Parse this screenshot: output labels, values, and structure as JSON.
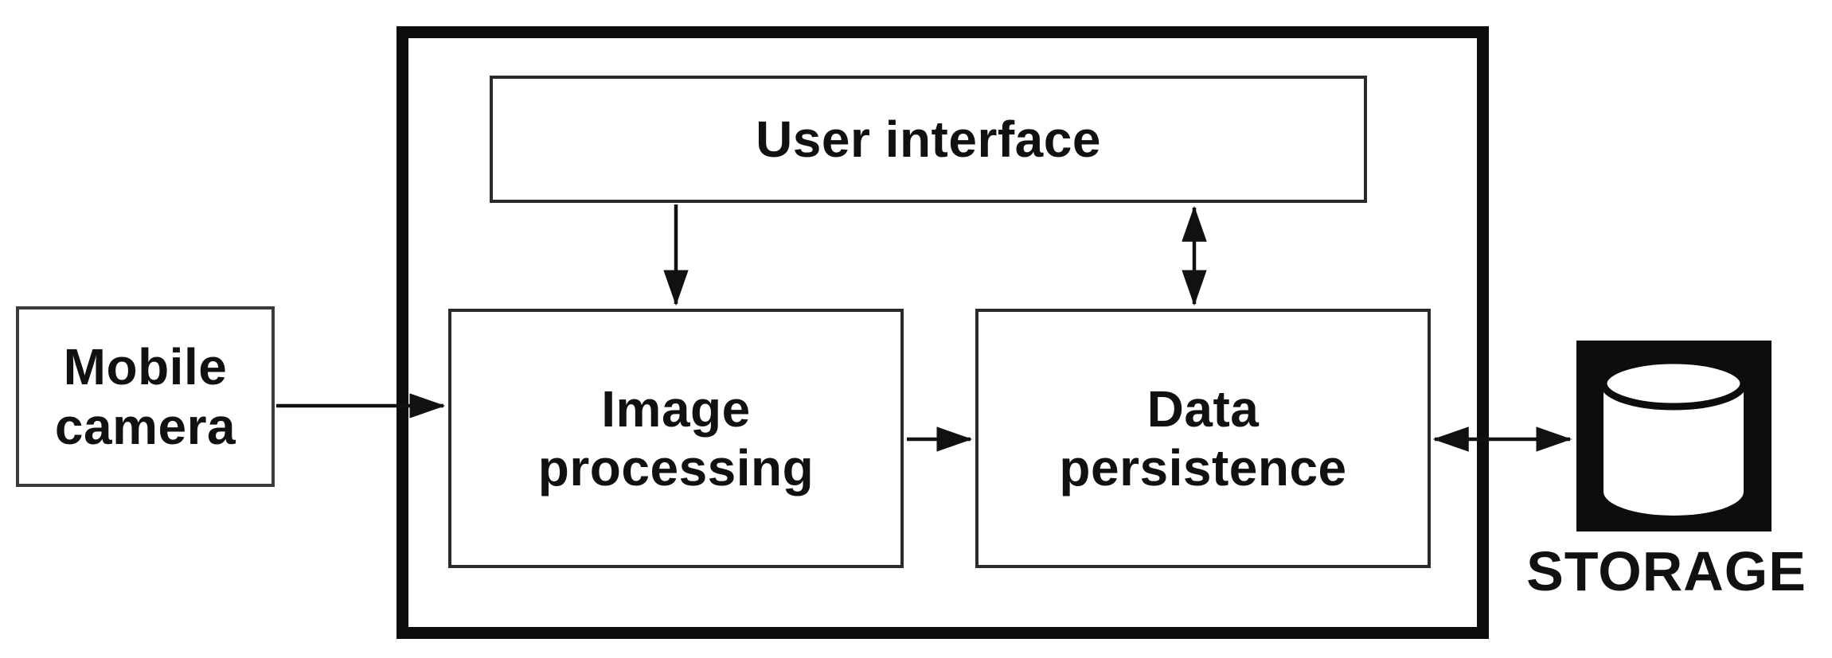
{
  "diagram": {
    "type": "block-diagram",
    "nodes": {
      "mobile_camera": {
        "lines": [
          "Mobile",
          "camera"
        ]
      },
      "user_interface": {
        "lines": [
          "User interface"
        ]
      },
      "image_processing": {
        "lines": [
          "Image",
          "processing"
        ]
      },
      "data_persistence": {
        "lines": [
          "Data",
          "persistence"
        ]
      },
      "storage": {
        "label": "STORAGE",
        "icon": "database-cylinder-icon"
      }
    },
    "connections": [
      {
        "from": "mobile_camera",
        "to": "image_processing",
        "type": "one-way-arrow"
      },
      {
        "from": "user_interface",
        "to": "image_processing",
        "type": "one-way-arrow"
      },
      {
        "from": "user_interface",
        "to": "data_persistence",
        "type": "two-way-arrow"
      },
      {
        "from": "image_processing",
        "to": "data_persistence",
        "type": "one-way-arrow"
      },
      {
        "from": "data_persistence",
        "to": "storage",
        "type": "two-way-arrow"
      }
    ],
    "colors": {
      "ink": "#111111",
      "background": "#ffffff",
      "box_fill": "#ffffff",
      "boundary_border": "#0d0d0d"
    }
  }
}
